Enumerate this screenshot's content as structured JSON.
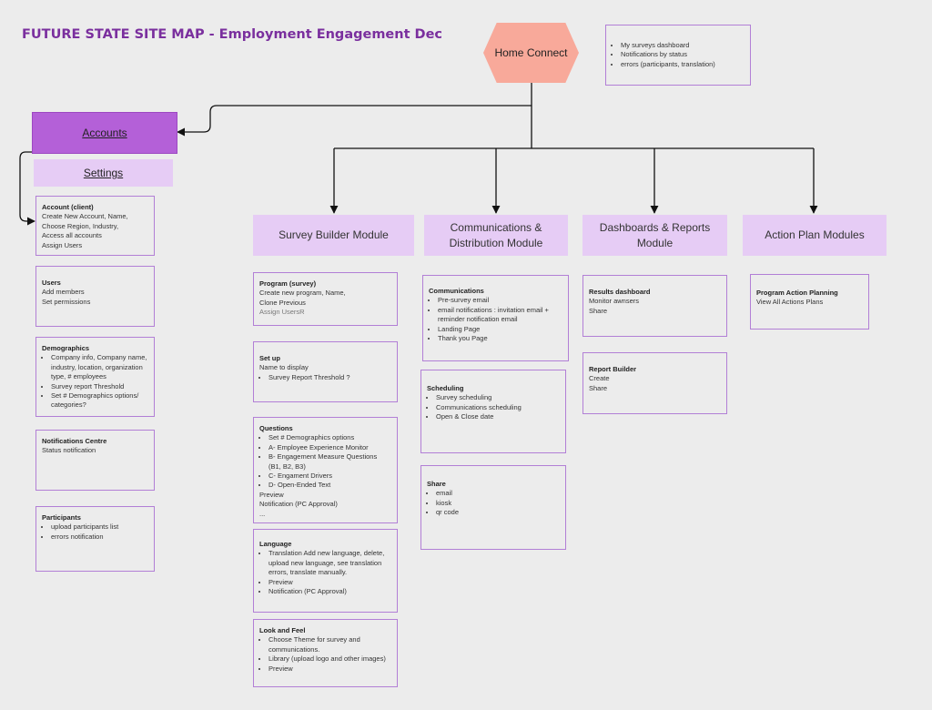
{
  "title": "FUTURE STATE  SITE MAP - Employment Engagement Dec",
  "home": {
    "label": "Home Connect",
    "notes": [
      "My surveys dashboard",
      "Notifications by status",
      "errors (participants, translation)"
    ]
  },
  "accounts": {
    "label": "Accounts"
  },
  "settings": {
    "label": "Settings"
  },
  "modules": {
    "survey_builder": "Survey Builder Module",
    "communications": "Communications & Distribution Module",
    "dashboards": "Dashboards & Reports Module",
    "action_plan": "Action Plan Modules"
  },
  "settings_cards": {
    "account": {
      "title": "Account (client)",
      "lines": [
        "Create New Account, Name,",
        "Choose Region, Industry,",
        "Access all accounts",
        "Assign Users"
      ]
    },
    "users": {
      "title": "Users",
      "lines": [
        "Add members",
        "Set permissions"
      ]
    },
    "demographics": {
      "title": "Demographics",
      "bullets": [
        "Company info, Company name, industry, location, organization type, # employees",
        "Survey report Threshold",
        "Set # Demographics options/ categories?"
      ]
    },
    "notifications": {
      "title": "Notifications Centre",
      "lines": [
        "Status notification"
      ]
    },
    "participants": {
      "title": "Participants",
      "bullets": [
        "upload participants list",
        "errors notification"
      ]
    }
  },
  "survey_cards": {
    "program": {
      "title": "Program (survey)",
      "lines": [
        "Create new program,  Name,",
        "Clone Previous"
      ],
      "muted": "Assign UsersR"
    },
    "setup": {
      "title": "Set up",
      "lines": [
        "Name to display"
      ],
      "bullets": [
        "Survey Report Threshold ?"
      ]
    },
    "questions": {
      "title": "Questions",
      "bullets": [
        "Set # Demographics options",
        "A- Employee Experience Monitor",
        "B- Engagement Measure Questions (B1, B2, B3)",
        "C- Engament Drivers",
        "D- Open-Ended Text"
      ],
      "lines_after": [
        "Preview",
        "Notification (PC Approval)",
        "..."
      ]
    },
    "language": {
      "title": "Language",
      "bullets": [
        "Translation Add new language, delete, upload new language, see translation errors, translate manually.",
        "Preview",
        "Notification (PC Approval)"
      ]
    },
    "look": {
      "title": "Look and Feel",
      "bullets": [
        "Choose Theme for survey and communications.",
        "Library (upload logo and other images)",
        "Preview"
      ]
    }
  },
  "comm_cards": {
    "communications": {
      "title": "Communications",
      "bullets": [
        "Pre-survey email",
        "email notifications :  invitation email + reminder notification email",
        "Landing Page",
        "Thank you Page"
      ]
    },
    "scheduling": {
      "title": "Scheduling",
      "bullets": [
        "Survey scheduling",
        "Communications scheduling",
        "Open & Close date"
      ]
    },
    "share": {
      "title": "Share",
      "bullets": [
        "email",
        "kiosk",
        "qr code"
      ]
    }
  },
  "dash_cards": {
    "results": {
      "title": "Results dashboard",
      "lines": [
        "Monitor awnsers",
        "Share"
      ]
    },
    "report_builder": {
      "title": "Report Builder",
      "lines": [
        "Create",
        "Share"
      ]
    }
  },
  "action_cards": {
    "planning": {
      "title": "Program Action Planning",
      "lines": [
        "View All Actions Plans"
      ]
    }
  }
}
